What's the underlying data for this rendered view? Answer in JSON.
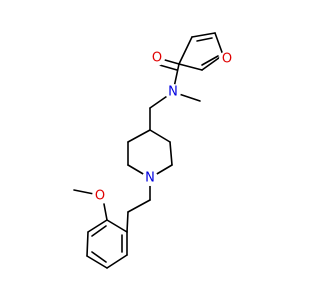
{
  "atoms": {
    "carbonyl_oxygen": {
      "label": "O",
      "color": "#e00000"
    },
    "amide_nitrogen": {
      "label": "N",
      "color": "#0000e0"
    },
    "furan_oxygen": {
      "label": "O",
      "color": "#e00000"
    },
    "piperidine_nitrogen": {
      "label": "N",
      "color": "#0000e0"
    },
    "methoxy_oxygen": {
      "label": "O",
      "color": "#e00000"
    }
  },
  "colors": {
    "bond": "#000000",
    "oxygen": "#e00000",
    "nitrogen": "#0000e0"
  }
}
